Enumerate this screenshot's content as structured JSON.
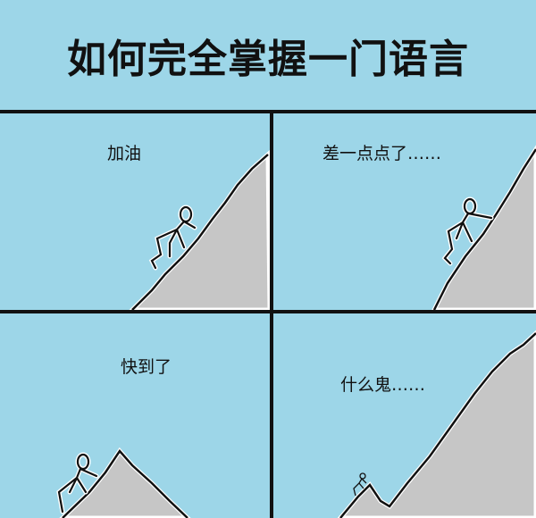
{
  "title": "如何完全掌握一门语言",
  "colors": {
    "sky": "#9dd6e8",
    "mountain": "#c6c6c6",
    "ink": "#111111"
  },
  "panels": [
    {
      "caption": "加油",
      "scene": "climber on steep slope"
    },
    {
      "caption": "差一点点了……",
      "scene": "climber near top of steeper slope"
    },
    {
      "caption": "快到了",
      "scene": "climber near small peak"
    },
    {
      "caption": "什么鬼……",
      "scene": "tiny climber on small peak, huge mountain beyond"
    }
  ]
}
